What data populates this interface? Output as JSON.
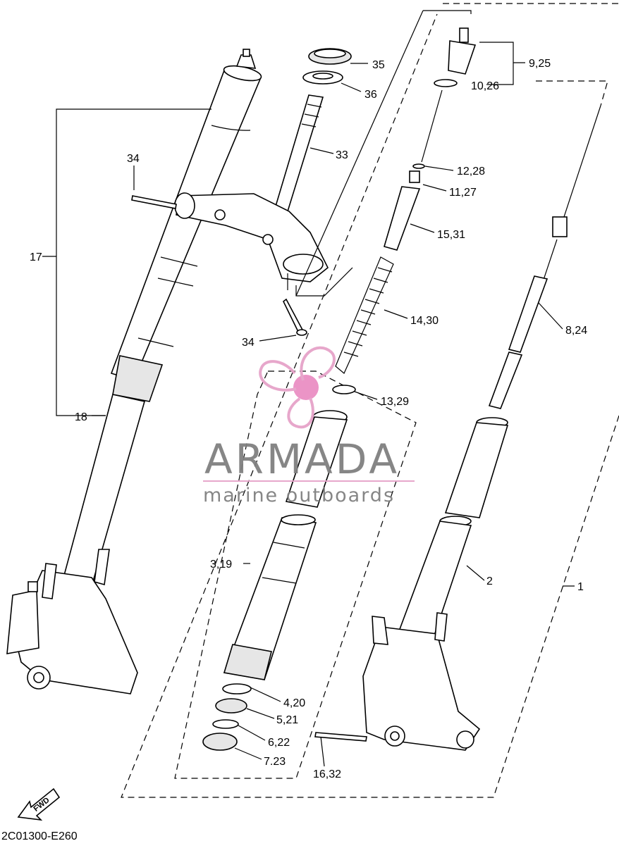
{
  "diagram": {
    "code": "2C01300-E260",
    "fwd_label": "FWD",
    "labels": {
      "l1": "1",
      "l2": "2",
      "l3_19": "3,19",
      "l4_20": "4,20",
      "l5_21": "5,21",
      "l6_22": "6,22",
      "l7_23": "7.23",
      "l8_24": "8,24",
      "l9_25": "9,25",
      "l10_26": "10,26",
      "l11_27": "11,27",
      "l12_28": "12,28",
      "l13_29": "13,29",
      "l14_30": "14,30",
      "l15_31": "15,31",
      "l16_32": "16,32",
      "l17": "17",
      "l18": "18",
      "l33": "33",
      "l34a": "34",
      "l34b": "34",
      "l35": "35",
      "l36": "36"
    }
  },
  "watermark": {
    "brand": "ARMADA",
    "tagline": "marine outboards",
    "logo_colors": {
      "pink": "#e6a3c9",
      "dot": "#ea8fc4",
      "text": "#808080"
    }
  }
}
